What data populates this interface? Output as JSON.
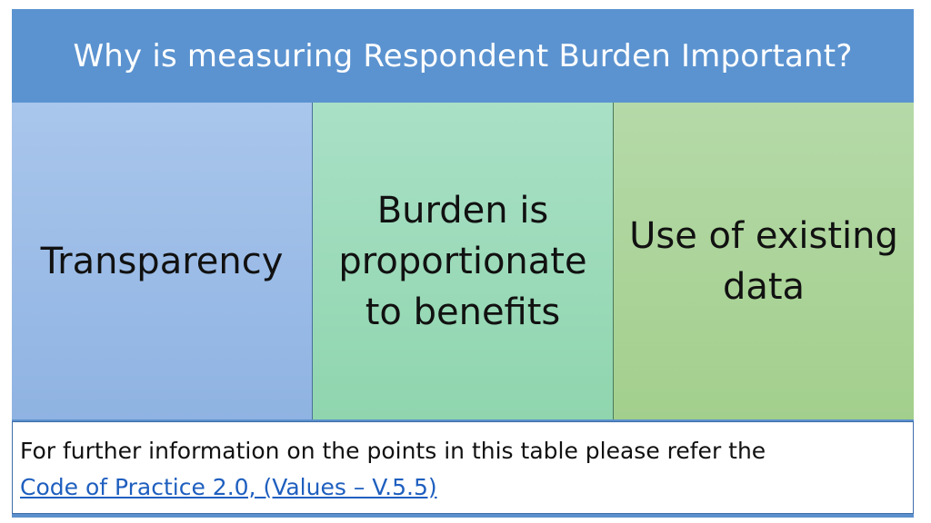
{
  "header": {
    "title": "Why is measuring Respondent Burden Important?"
  },
  "cells": [
    {
      "text": "Transparency"
    },
    {
      "text": "Burden is proportionate to benefits"
    },
    {
      "text": "Use of existing data"
    }
  ],
  "footer": {
    "text": "For further information on the points in this table please refer the",
    "link_text": "Code of Practice 2.0, (Values – V.5.5)"
  },
  "colors": {
    "header_bg": "#5b93d0",
    "cell_1": "#9dbde8",
    "cell_2": "#9cdbbb",
    "cell_3": "#acd49a",
    "link": "#1f5fbf"
  }
}
